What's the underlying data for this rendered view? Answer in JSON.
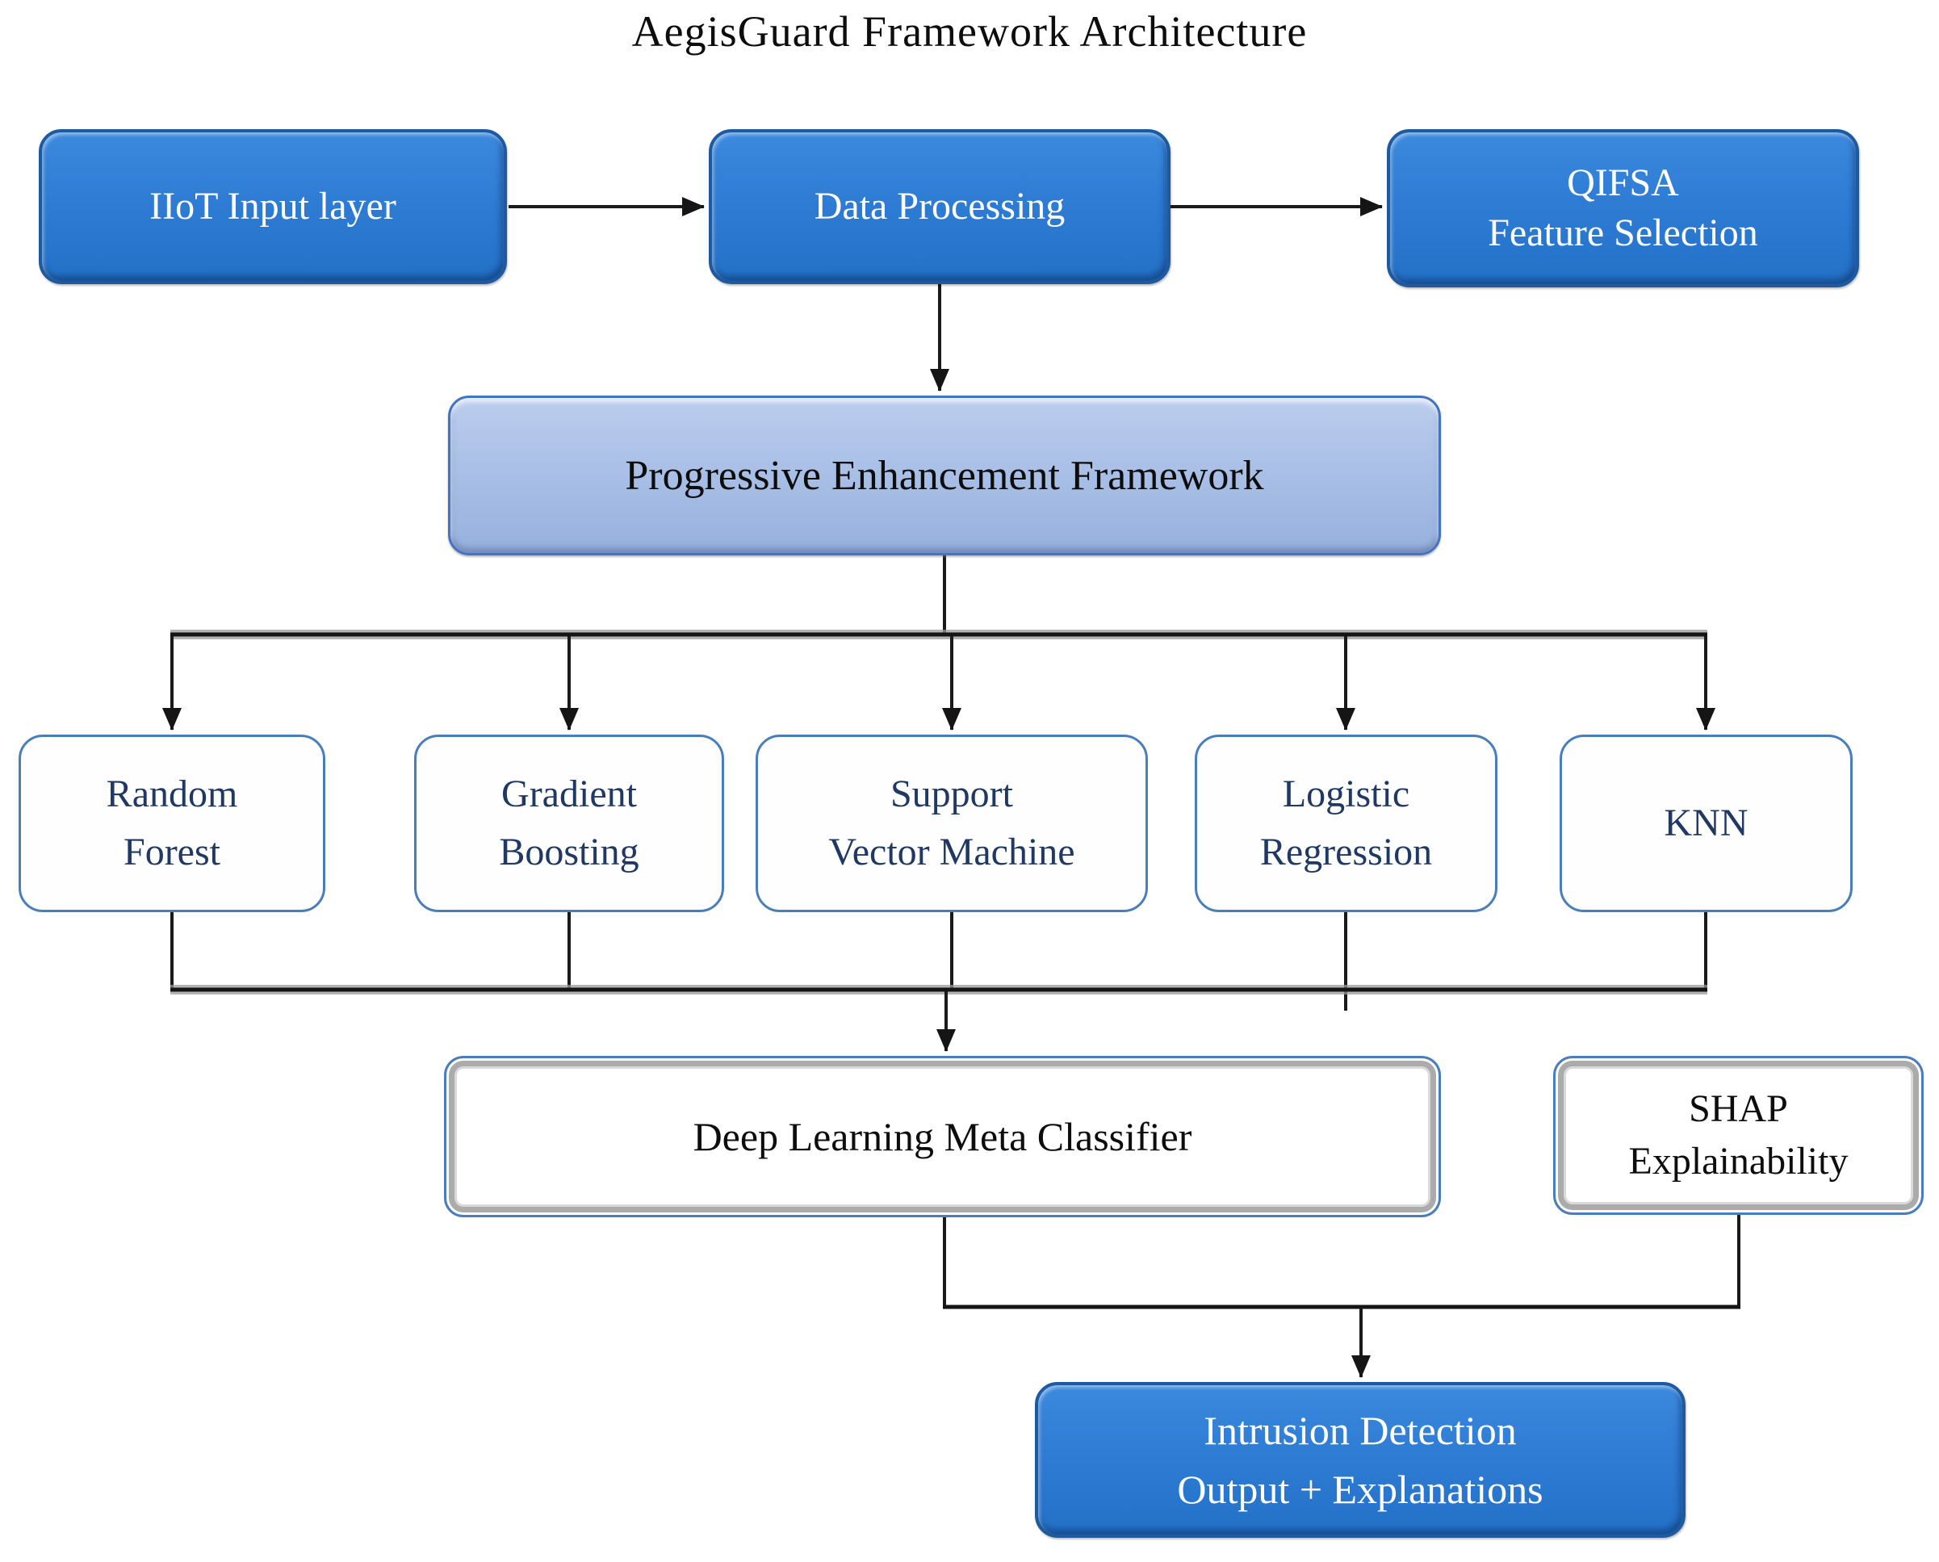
{
  "title": "AegisGuard Framework Architecture",
  "nodes": {
    "iiot": {
      "label": "IIoT Input layer"
    },
    "data_processing": {
      "label": "Data Processing"
    },
    "qifsa": {
      "line1": "QIFSA",
      "line2": "Feature Selection"
    },
    "pef": {
      "label": "Progressive Enhancement Framework"
    },
    "random_forest": {
      "line1": "Random",
      "line2": "Forest"
    },
    "gradient_boosting": {
      "line1": "Gradient",
      "line2": "Boosting"
    },
    "svm": {
      "line1": "Support",
      "line2": "Vector Machine"
    },
    "logistic_regression": {
      "line1": "Logistic",
      "line2": "Regression"
    },
    "knn": {
      "label": "KNN"
    },
    "meta_classifier": {
      "label": "Deep Learning Meta Classifier"
    },
    "shap": {
      "line1": "SHAP",
      "line2": "Explainability"
    },
    "output": {
      "line1": "Intrusion Detection",
      "line2": "Output + Explanations"
    }
  },
  "colors": {
    "solid_box_fill": "#2e7cd4",
    "solid_box_border": "#1d5aa0",
    "solid_box_text": "#ffffff",
    "light_box_fill": "#a6bde5",
    "light_box_border": "#4472c4",
    "outline_box_border": "#4a7ebb",
    "outline_box_text": "#1f3864",
    "meta_box_bevel": "#ababab",
    "connector": "#1a1a1a",
    "background": "#ffffff"
  }
}
